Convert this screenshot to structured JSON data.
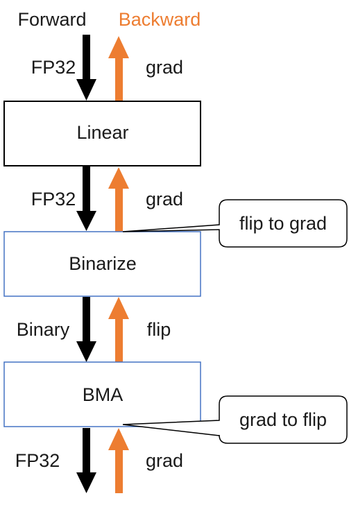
{
  "header": {
    "forward": "Forward",
    "backward": "Backward"
  },
  "blocks": [
    {
      "label": "Linear"
    },
    {
      "label": "Binarize"
    },
    {
      "label": "BMA"
    }
  ],
  "forward_labels": [
    "FP32",
    "FP32",
    "Binary",
    "FP32"
  ],
  "backward_labels": [
    "grad",
    "grad",
    "flip",
    "grad"
  ],
  "callouts": [
    {
      "text": "flip to grad"
    },
    {
      "text": "grad to flip"
    }
  ],
  "colors": {
    "forward_arrow": "#000000",
    "backward_arrow": "#ED7D31",
    "linear_border": "#000000",
    "block_border": "#4472C4",
    "backward_text": "#ED7D31"
  }
}
